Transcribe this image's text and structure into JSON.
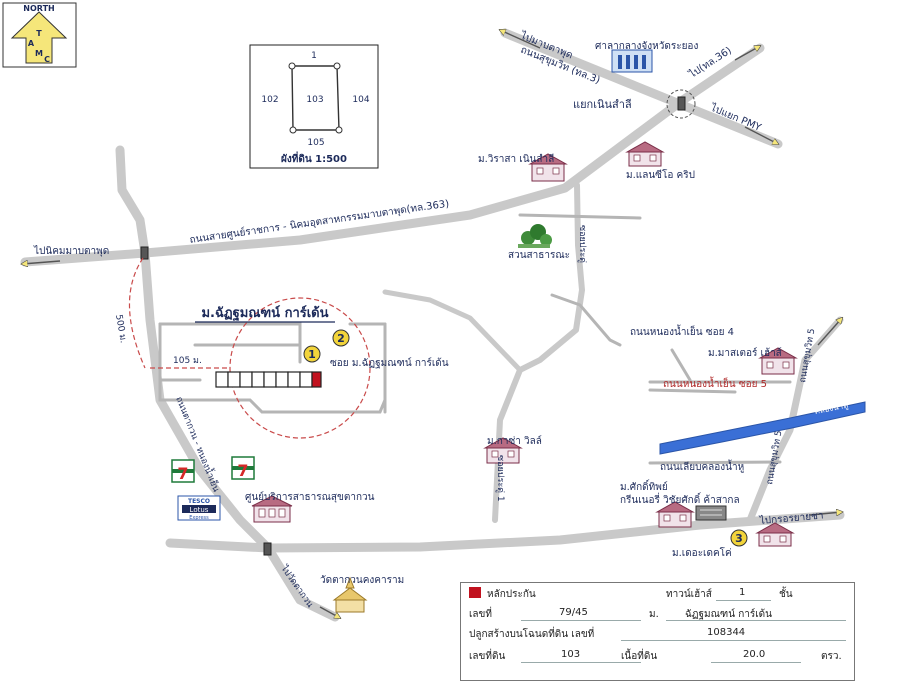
{
  "north_badge": {
    "top": "NORTH",
    "letters": [
      "T",
      "A",
      "M",
      "C"
    ]
  },
  "lot_diagram": {
    "top": "1",
    "left": "102",
    "center": "103",
    "right": "104",
    "bottom": "105",
    "scale": "ผังที่ดิน 1:500"
  },
  "roads": {
    "sukhumvit": "ถนนสุขุมวิท (ทล.3)",
    "to_map_ta_phut": "ไปมาบตาพุด",
    "to_tl36": "ไป(ทล.36)",
    "to_pmy": "ไปแยก PMY",
    "noen_salee_junction": "แยกเนินสำลี",
    "government_center_road": "ถนนสายศูนย์ราชการ - นิคมอุตสาหกรรมมาบตาพุด(ทล.363)",
    "to_industrial_estate": "ไปนิคมมาบตาพุด",
    "soi_pradu": "ซอยประดู่",
    "nong_nam_yen_4": "ถนนหนองน้ำเย็น ซอย 4",
    "nong_nam_yen_5": "ถนนหนองน้ำเย็น ซอย 5",
    "soi_pradu_1": "ซอยประดู่ 1",
    "rayong_to_ban_khai": "ถนนตากวน - หนองน้ำเย็น",
    "to_klang_canal": "ถนนเลียบคลองน้ำหู",
    "canal": "คลองน้ำหู",
    "sukhumvit_soi": "ถนนสุขุมวิท 5",
    "to_rayong": "ไปวัดตากวน",
    "to_ban_chang": "ไปกรอรยายชา",
    "sukhumvit_east": "ถนนสุขุมวิท 5"
  },
  "places": {
    "city_hall": "ศาลากลางจังหวัดระยอง",
    "moo_wirasa": "ม.วิราสา เนินสำลี",
    "moo_land_cliff": "ม.แลนซีโอ คริป",
    "public_park": "สวนสาธารณะ",
    "project": "ม.ฉัฏฐมณฑน์ การ์เด้น",
    "project_soi": "ซอย ม.ฉัฏฐมณฑน์ การ์เด้น",
    "moo_master_house": "ม.มาสเตอร์ เฮ้าส์",
    "moo_khatha": "ม.กาซ่า วิลล์",
    "moo_sakthip": "ม.ศักดิ์ทิพย์",
    "green_nery": "กรีนเนอรี่ วิชัยศักดิ์ ค้าสากล",
    "moo_the_decor": "ม.เดอะเดคโค่",
    "service_center": "ศูนย์บริการสาธารณสุขตากวน",
    "lotus_brand": "TESCO",
    "lotus_name": "Lotus",
    "lotus_sub": "Express",
    "seven_eleven": "7",
    "temple": "วัดตากวนคงคาราม"
  },
  "distances": {
    "d500": "500 ม.",
    "d105": "105 ม."
  },
  "markers": [
    "1",
    "2",
    "3"
  ],
  "info_table": {
    "legend": "หลักประกัน",
    "house_type_label": "ทาวน์เฮ้าส์",
    "floors": "1",
    "floors_unit": "ชั้น",
    "no_label": "เลขที่",
    "no_value": "79/45",
    "village_label": "ม.",
    "village_value": "ฉัฏฐมณฑน์ การ์เด้น",
    "title_deed_label": "ปลูกสร้างบนโฉนดที่ดิน เลขที่",
    "title_deed_value": "108344",
    "land_no_label": "เลขที่ดิน",
    "land_no_value": "103",
    "area_label": "เนื้อที่ดิน",
    "area_value": "20.0",
    "area_unit": "ตรว."
  },
  "colors": {
    "road": "#c9c9c9",
    "arrow": "#f5e67a",
    "canal": "#3a6fd6",
    "label": "#1c2a5a",
    "marker": "#f2d43a",
    "collateral": "#c1121f"
  }
}
